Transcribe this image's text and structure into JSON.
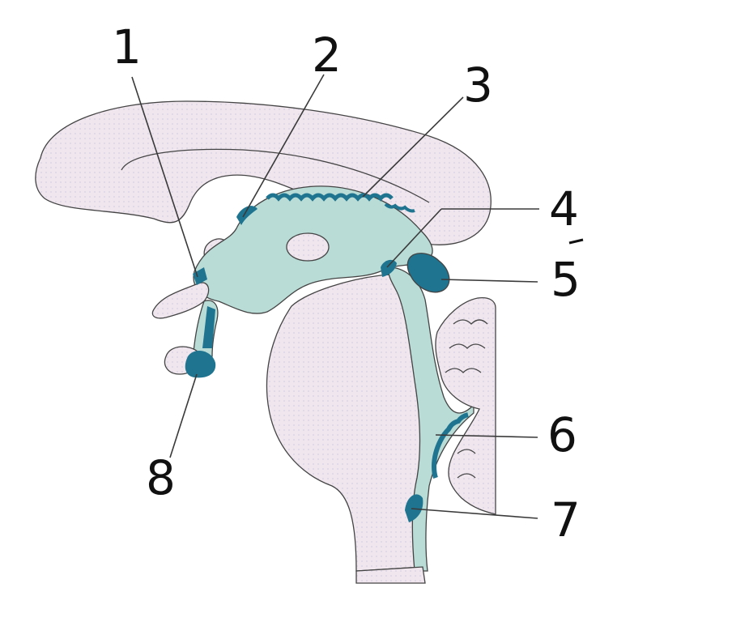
{
  "labels": [
    {
      "id": "1",
      "text": "1"
    },
    {
      "id": "2",
      "text": "2"
    },
    {
      "id": "3",
      "text": "3"
    },
    {
      "id": "4",
      "text": "4"
    },
    {
      "id": "5",
      "text": "5"
    },
    {
      "id": "6",
      "text": "6"
    },
    {
      "id": "7",
      "text": "7"
    },
    {
      "id": "8",
      "text": "8"
    }
  ],
  "colors": {
    "tissue": "#efe6ee",
    "ventricle": "#b9dcd6",
    "organ": "#1f7490",
    "outline": "#444444",
    "ink": "#111111"
  }
}
